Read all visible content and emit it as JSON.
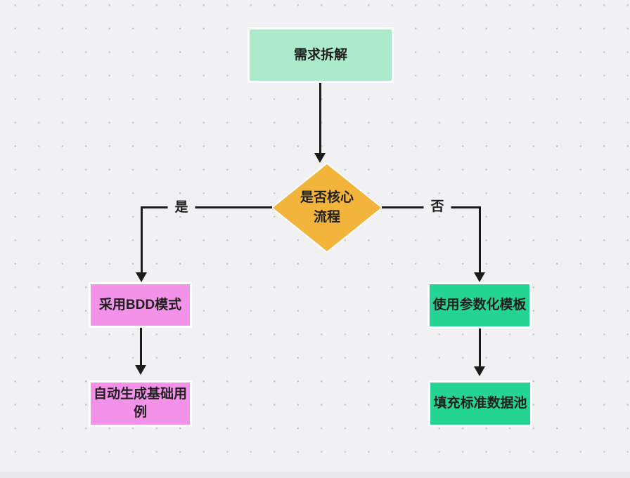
{
  "diagram": {
    "nodes": {
      "start": {
        "label": "需求拆解",
        "color": "#abebcb"
      },
      "decision": {
        "label": "是否核心流程",
        "color": "#f3b43b"
      },
      "bdd": {
        "label": "采用BDD模式",
        "color": "#f492e9"
      },
      "auto_case": {
        "label": "自动生成基础用例",
        "color": "#f492e9"
      },
      "param_template": {
        "label": "使用参数化模板",
        "color": "#24d492"
      },
      "data_pool": {
        "label": "填充标准数据池",
        "color": "#24d492"
      }
    },
    "edge_labels": {
      "yes": "是",
      "no": "否"
    },
    "colors": {
      "background": "#f1f1f4",
      "grid_dot": "#c5c5ca",
      "connector": "#1b1b1b",
      "node_border": "#ffffff",
      "text": "#1f1f1f"
    }
  }
}
